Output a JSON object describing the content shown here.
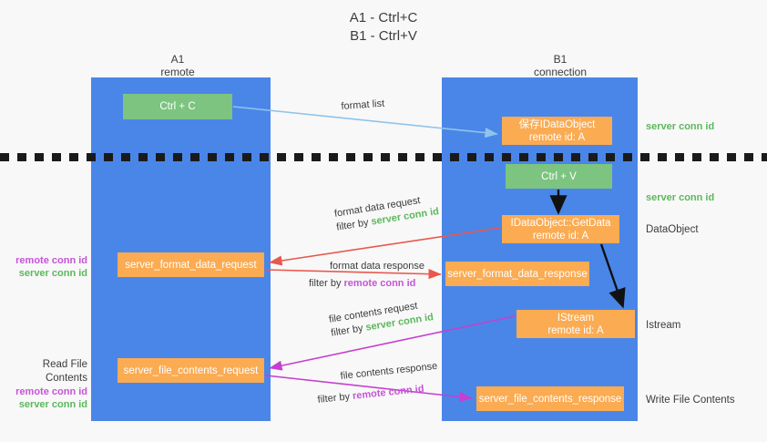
{
  "title": {
    "line1": "A1 - Ctrl+C",
    "line2": "B1 - Ctrl+V"
  },
  "columns": [
    {
      "name": "A1",
      "sub": "remote"
    },
    {
      "name": "B1",
      "sub": "connection"
    }
  ],
  "boxes": {
    "ctrl_c": "Ctrl + C",
    "save_idataobject_l1": "保存IDataObject",
    "save_idataobject_l2": "remote id: A",
    "ctrl_v": "Ctrl + V",
    "getdata_l1": "IDataObject::GetData",
    "getdata_l2": "remote id: A",
    "format_data_request": "server_format_data_request",
    "format_data_response": "server_format_data_response",
    "istream_l1": "IStream",
    "istream_l2": "remote id: A",
    "file_contents_request": "server_file_contents_request",
    "file_contents_response": "server_file_contents_response"
  },
  "right_labels": {
    "server_conn_id_top": "server conn id",
    "server_conn_id_mid": "server conn id",
    "dataobject": "DataObject",
    "istream": "Istream",
    "write_file_contents": "Write File Contents"
  },
  "left_labels": {
    "remote_conn_id_1": "remote conn id",
    "server_conn_id_1": "server conn id",
    "read_file_contents": "Read File Contents",
    "remote_conn_id_2": "remote conn id",
    "server_conn_id_2": "server conn id"
  },
  "arrow_labels": {
    "format_list": "format list",
    "format_data_request": "format data request",
    "filter_by": "filter by ",
    "filter_server_conn_id": "server conn id",
    "format_data_response": "format data response",
    "filter_remote_conn_id": "remote conn id",
    "file_contents_request": "file contents request",
    "file_contents_response": "file contents response"
  },
  "colors": {
    "column_blue": "#4a86e8",
    "box_green": "#7cc47f",
    "box_orange": "#fbab52",
    "server_conn_green": "#5cb85c",
    "remote_conn_purple": "#c455d6",
    "arrow_red": "#e8584e",
    "arrow_magenta": "#c63fd0",
    "arrow_lightblue": "#8fc4ea",
    "arrow_black": "#111111",
    "divider_black": "#1a1a1a",
    "background": "#f8f8f8"
  }
}
